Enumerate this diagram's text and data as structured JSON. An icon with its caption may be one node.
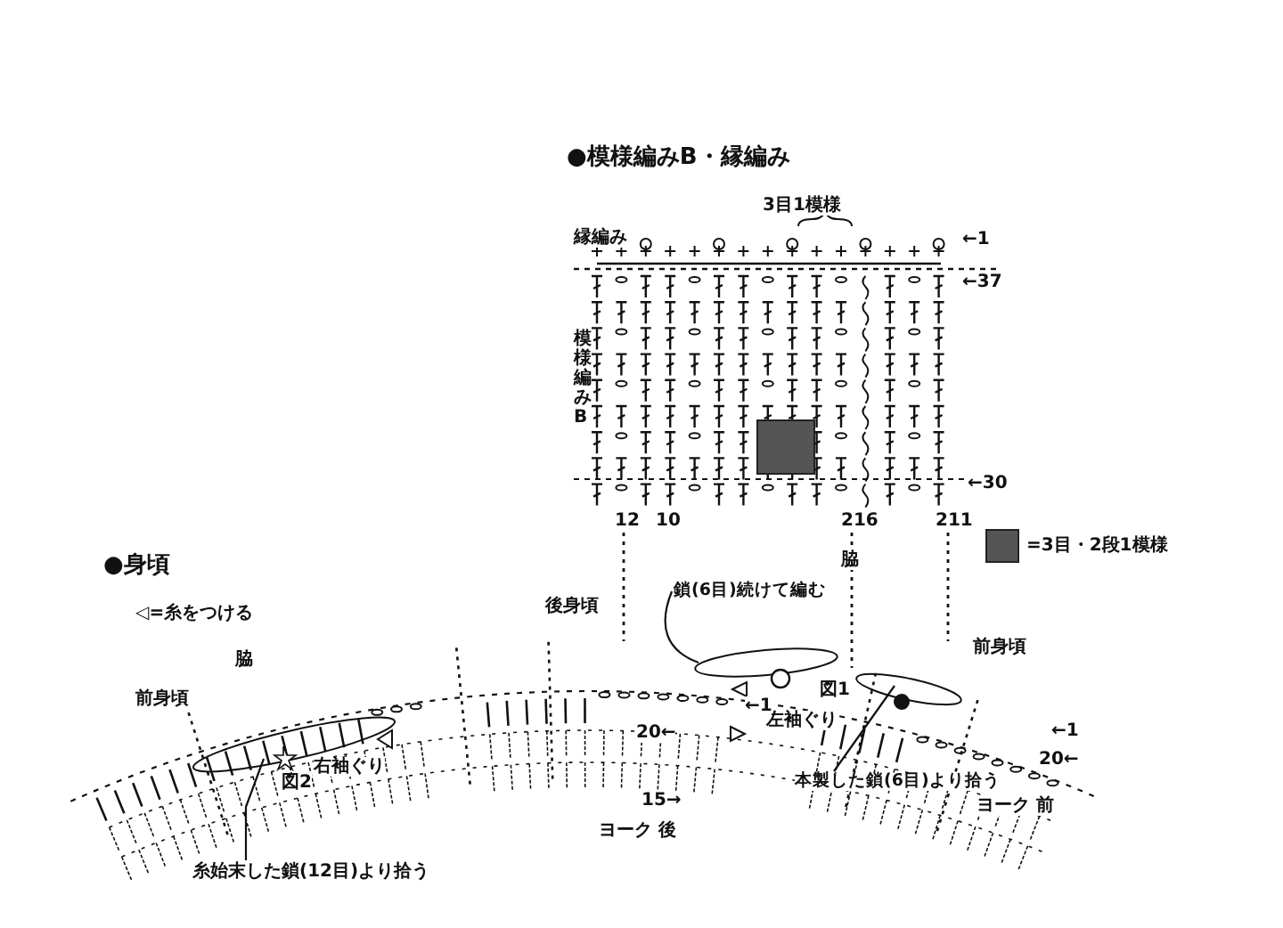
{
  "diagram": {
    "nodes": [
      {
        "text": [
          "鎖(6目)続けて編む"
        ]
      },
      {
        "text": [
          "本製した鎖(6目)より拾う"
        ]
      },
      {
        "text": [
          "糸始末した鎖(12目)より拾う"
        ]
      }
    ],
    "edges": [
      {
        "from": 0,
        "to": null,
        "arrow": "none"
      },
      {
        "from": 1,
        "to": null,
        "arrow": "none"
      },
      {
        "from": 2,
        "to": null,
        "arrow": "none"
      }
    ],
    "labels": [
      "●模様編みB・縁編み",
      "3目1模様",
      "縁編み",
      "←1",
      "←37",
      "模様編みB",
      "←30",
      "12",
      "10",
      "216",
      "211",
      "●身頃",
      "脇",
      "◁=糸をつける",
      "後身頃",
      "脇",
      "前身頃",
      "右袖ぐり",
      "図2",
      "図1",
      "左袖ぐり",
      "←1",
      "20←",
      "15→",
      "ヨーク 後",
      "前身頃",
      "←1",
      "20←",
      "ヨーク 前"
    ],
    "legend": [
      {
        "text": "=3目・2段1模様",
        "color": "#555555"
      }
    ]
  }
}
